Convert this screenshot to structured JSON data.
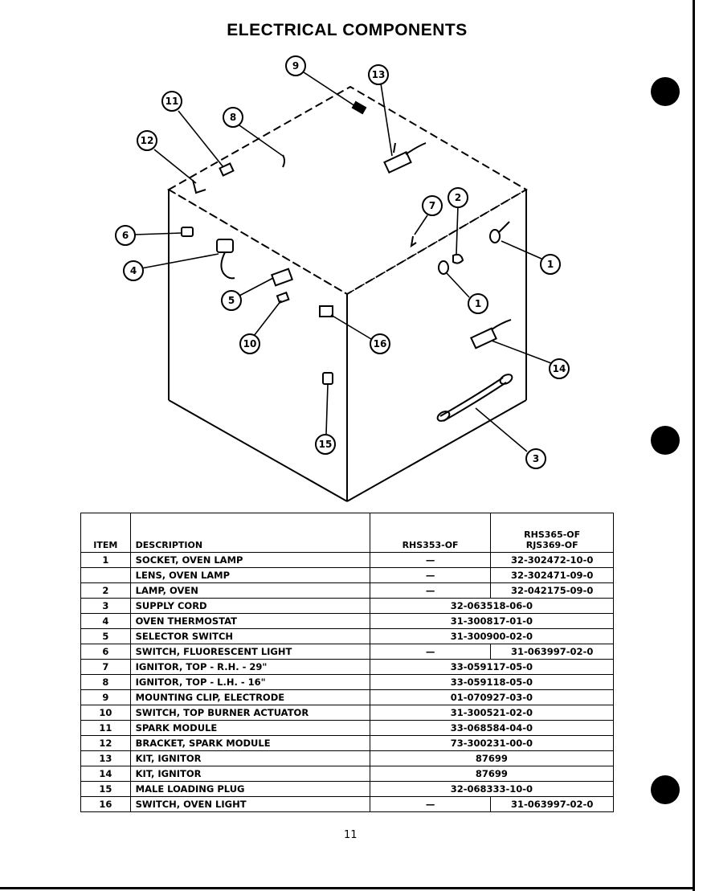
{
  "title": "ELECTRICAL COMPONENTS",
  "callouts": [
    "9",
    "13",
    "11",
    "8",
    "12",
    "7",
    "2",
    "6",
    "1",
    "4",
    "1",
    "5",
    "10",
    "16",
    "14",
    "15",
    "3"
  ],
  "table": {
    "headers": {
      "item": "ITEM",
      "description": "DESCRIPTION",
      "model_a": "RHS353-OF",
      "model_b_line1": "RHS365-OF",
      "model_b_line2": "RJS369-OF"
    },
    "rows": [
      {
        "item": "1",
        "description": "SOCKET, OVEN LAMP",
        "model_a": "—",
        "model_b": "32-302472-10-0",
        "shared": ""
      },
      {
        "item": "",
        "description": "LENS, OVEN LAMP",
        "model_a": "—",
        "model_b": "32-302471-09-0",
        "shared": ""
      },
      {
        "item": "2",
        "description": "LAMP, OVEN",
        "model_a": "—",
        "model_b": "32-042175-09-0",
        "shared": ""
      },
      {
        "item": "3",
        "description": "SUPPLY CORD",
        "model_a": "",
        "model_b": "",
        "shared": "32-063518-06-0"
      },
      {
        "item": "4",
        "description": "OVEN THERMOSTAT",
        "model_a": "",
        "model_b": "",
        "shared": "31-300817-01-0"
      },
      {
        "item": "5",
        "description": "SELECTOR SWITCH",
        "model_a": "",
        "model_b": "",
        "shared": "31-300900-02-0"
      },
      {
        "item": "6",
        "description": "SWITCH, FLUORESCENT LIGHT",
        "model_a": "—",
        "model_b": "31-063997-02-0",
        "shared": ""
      },
      {
        "item": "7",
        "description": "IGNITOR, TOP - R.H. - 29\"",
        "model_a": "",
        "model_b": "",
        "shared": "33-059117-05-0"
      },
      {
        "item": "8",
        "description": "IGNITOR, TOP - L.H. - 16\"",
        "model_a": "",
        "model_b": "",
        "shared": "33-059118-05-0"
      },
      {
        "item": "9",
        "description": "MOUNTING CLIP, ELECTRODE",
        "model_a": "",
        "model_b": "",
        "shared": "01-070927-03-0"
      },
      {
        "item": "10",
        "description": "SWITCH, TOP BURNER ACTUATOR",
        "model_a": "",
        "model_b": "",
        "shared": "31-300521-02-0"
      },
      {
        "item": "11",
        "description": "SPARK MODULE",
        "model_a": "",
        "model_b": "",
        "shared": "33-068584-04-0"
      },
      {
        "item": "12",
        "description": "BRACKET, SPARK MODULE",
        "model_a": "",
        "model_b": "",
        "shared": "73-300231-00-0"
      },
      {
        "item": "13",
        "description": "KIT, IGNITOR",
        "model_a": "",
        "model_b": "",
        "shared": "87699"
      },
      {
        "item": "14",
        "description": "KIT, IGNITOR",
        "model_a": "",
        "model_b": "",
        "shared": "87699"
      },
      {
        "item": "15",
        "description": "MALE LOADING PLUG",
        "model_a": "",
        "model_b": "",
        "shared": "32-068333-10-0"
      },
      {
        "item": "16",
        "description": "SWITCH, OVEN LIGHT",
        "model_a": "—",
        "model_b": "31-063997-02-0",
        "shared": ""
      }
    ]
  },
  "page_number": "11"
}
